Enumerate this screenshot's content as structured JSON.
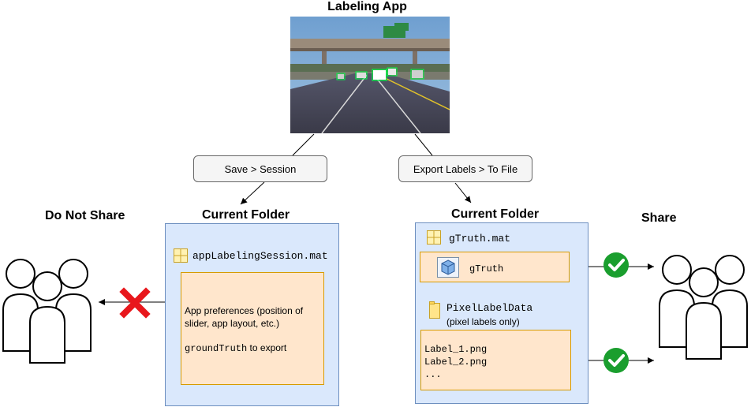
{
  "app": {
    "title": "Labeling App"
  },
  "actions": {
    "save_session": "Save > Session",
    "export_labels": "Export Labels > To File"
  },
  "left": {
    "heading": "Do Not Share",
    "folder_title": "Current Folder",
    "session_file": "appLabelingSession.mat",
    "prefs_text": "App preferences (position of slider, app layout, etc.)",
    "ground_truth_code": "groundTruth",
    "ground_truth_suffix": " to export"
  },
  "right": {
    "heading": "Share",
    "folder_title": "Current Folder",
    "gtruth_file": "gTruth.mat",
    "gtruth_var": "gTruth",
    "pixel_folder": "PixelLabelData",
    "pixel_folder_note": "(pixel labels only)",
    "png_files": [
      "Label_1.png",
      "Label_2.png",
      "..."
    ]
  },
  "colors": {
    "folder_fill": "#dae8fc",
    "folder_border": "#6c8ebf",
    "box_fill": "#ffe6cc",
    "box_border": "#d79b00",
    "check_green": "#1a9e2e",
    "cross_red": "#e8171c"
  },
  "icons": {
    "people_group": "people-group-icon",
    "mat_file": "mat-file-icon",
    "variable": "cube-variable-icon",
    "folder": "folder-icon",
    "check": "check-circle-icon",
    "cross": "red-x-icon"
  }
}
